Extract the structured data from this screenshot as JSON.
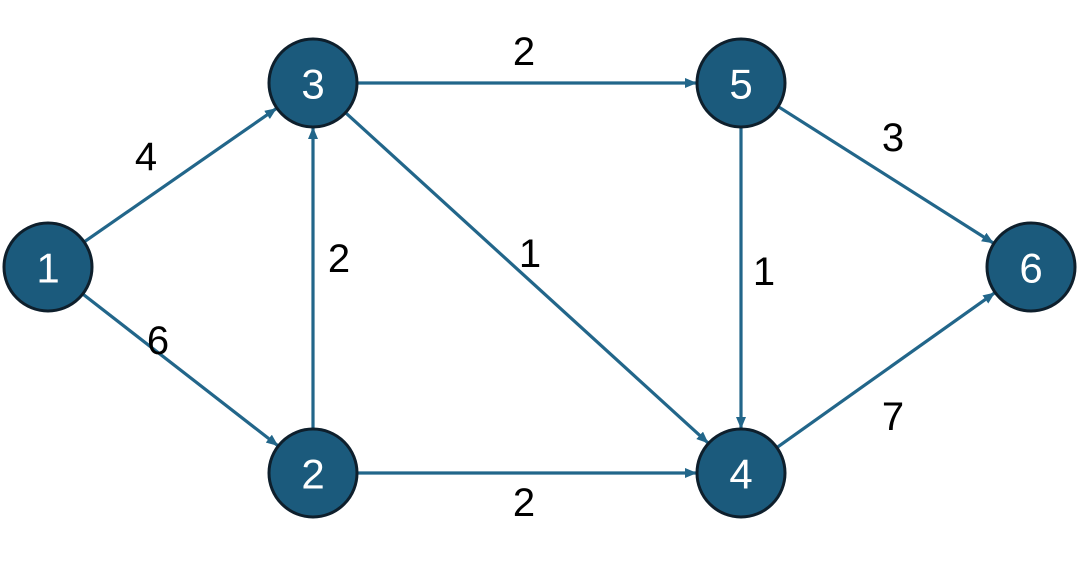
{
  "colors": {
    "node_fill": "#1b5a7c",
    "node_stroke": "#0e1f2c",
    "edge": "#22668a",
    "node_text": "#ffffff",
    "weight_text": "#000000"
  },
  "graph": {
    "directed": true,
    "nodes": [
      {
        "id": "1",
        "label": "1"
      },
      {
        "id": "2",
        "label": "2"
      },
      {
        "id": "3",
        "label": "3"
      },
      {
        "id": "4",
        "label": "4"
      },
      {
        "id": "5",
        "label": "5"
      },
      {
        "id": "6",
        "label": "6"
      }
    ],
    "edges": [
      {
        "from": "1",
        "to": "3",
        "weight": "4"
      },
      {
        "from": "1",
        "to": "2",
        "weight": "6"
      },
      {
        "from": "2",
        "to": "3",
        "weight": "2"
      },
      {
        "from": "3",
        "to": "5",
        "weight": "2"
      },
      {
        "from": "3",
        "to": "4",
        "weight": "1"
      },
      {
        "from": "2",
        "to": "4",
        "weight": "2"
      },
      {
        "from": "5",
        "to": "4",
        "weight": "1"
      },
      {
        "from": "5",
        "to": "6",
        "weight": "3"
      },
      {
        "from": "4",
        "to": "6",
        "weight": "7"
      }
    ]
  }
}
